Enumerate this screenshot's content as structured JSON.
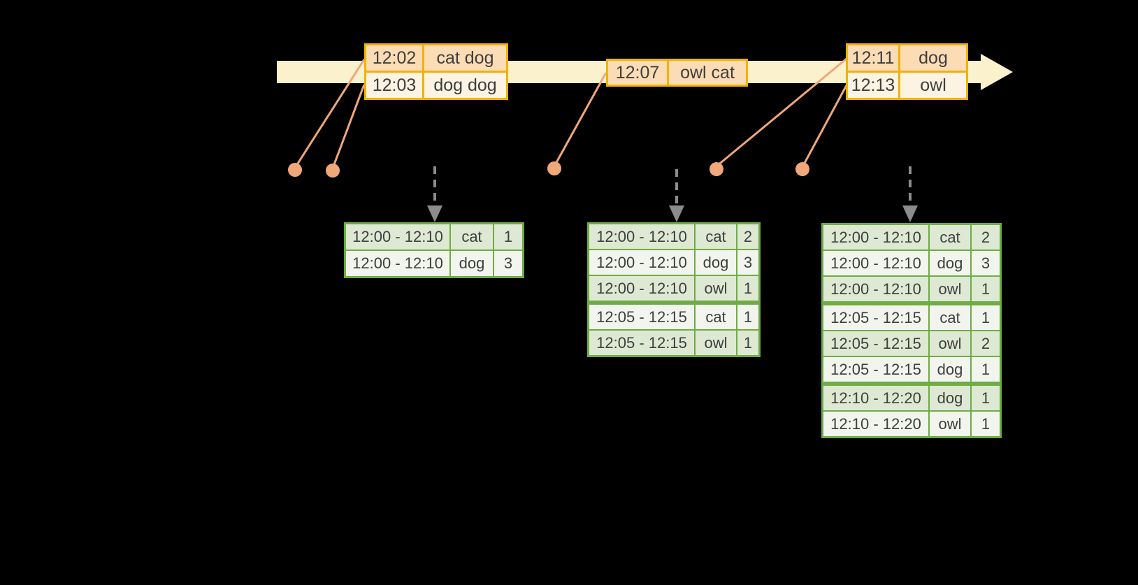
{
  "colors": {
    "cream_band": "#fcf1cd",
    "orange_border": "#f2b200",
    "peach_fill_dark": "#fbdcb4",
    "peach_fill_light": "#fdf3e3",
    "salmon_connector": "#f0a77a",
    "green_border": "#6fac44",
    "green_fill": "#dee9d3",
    "white_fill": "#f2f5ee",
    "gray_arrow": "#8c8c8c",
    "text_dark": "#3e3e3e",
    "background": "#000000"
  },
  "event_tables": [
    {
      "rows": [
        {
          "time": "12:02",
          "value": "cat dog"
        },
        {
          "time": "12:03",
          "value": "dog dog"
        }
      ]
    },
    {
      "rows": [
        {
          "time": "12:07",
          "value": "owl cat"
        }
      ]
    },
    {
      "rows": [
        {
          "time": "12:11",
          "value": "dog"
        },
        {
          "time": "12:13",
          "value": "owl"
        }
      ]
    }
  ],
  "result_tables": [
    {
      "rows": [
        {
          "window": "12:00 - 12:10",
          "key": "cat",
          "count": "1"
        },
        {
          "window": "12:00 - 12:10",
          "key": "dog",
          "count": "3"
        }
      ]
    },
    {
      "rows": [
        {
          "window": "12:00 - 12:10",
          "key": "cat",
          "count": "2"
        },
        {
          "window": "12:00 - 12:10",
          "key": "dog",
          "count": "3"
        },
        {
          "window": "12:00 - 12:10",
          "key": "owl",
          "count": "1"
        },
        {
          "window": "12:05 - 12:15",
          "key": "cat",
          "count": "1"
        },
        {
          "window": "12:05 - 12:15",
          "key": "owl",
          "count": "1"
        }
      ]
    },
    {
      "rows": [
        {
          "window": "12:00 - 12:10",
          "key": "cat",
          "count": "2"
        },
        {
          "window": "12:00 - 12:10",
          "key": "dog",
          "count": "3"
        },
        {
          "window": "12:00 - 12:10",
          "key": "owl",
          "count": "1"
        },
        {
          "window": "12:05 - 12:15",
          "key": "cat",
          "count": "1"
        },
        {
          "window": "12:05 - 12:15",
          "key": "owl",
          "count": "2"
        },
        {
          "window": "12:05 - 12:15",
          "key": "dog",
          "count": "1"
        },
        {
          "window": "12:10 - 12:20",
          "key": "dog",
          "count": "1"
        },
        {
          "window": "12:10 - 12:20",
          "key": "owl",
          "count": "1"
        }
      ]
    }
  ]
}
